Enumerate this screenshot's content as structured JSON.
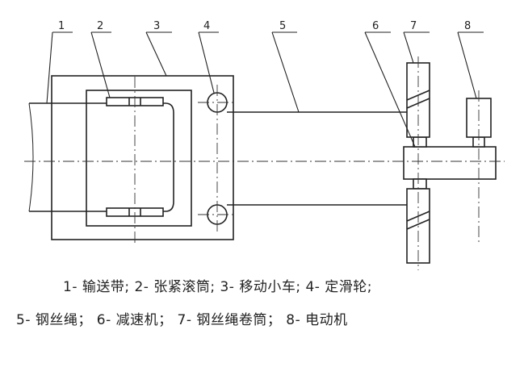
{
  "callouts": [
    "1",
    "2",
    "3",
    "4",
    "5",
    "6",
    "7",
    "8"
  ],
  "legend": {
    "line1": "1- 输送带; 2- 张紧滚筒; 3- 移动小车; 4- 定滑轮;",
    "line2": "5- 钢丝绳； 6- 减速机； 7- 钢丝绳卷筒； 8- 电动机"
  }
}
